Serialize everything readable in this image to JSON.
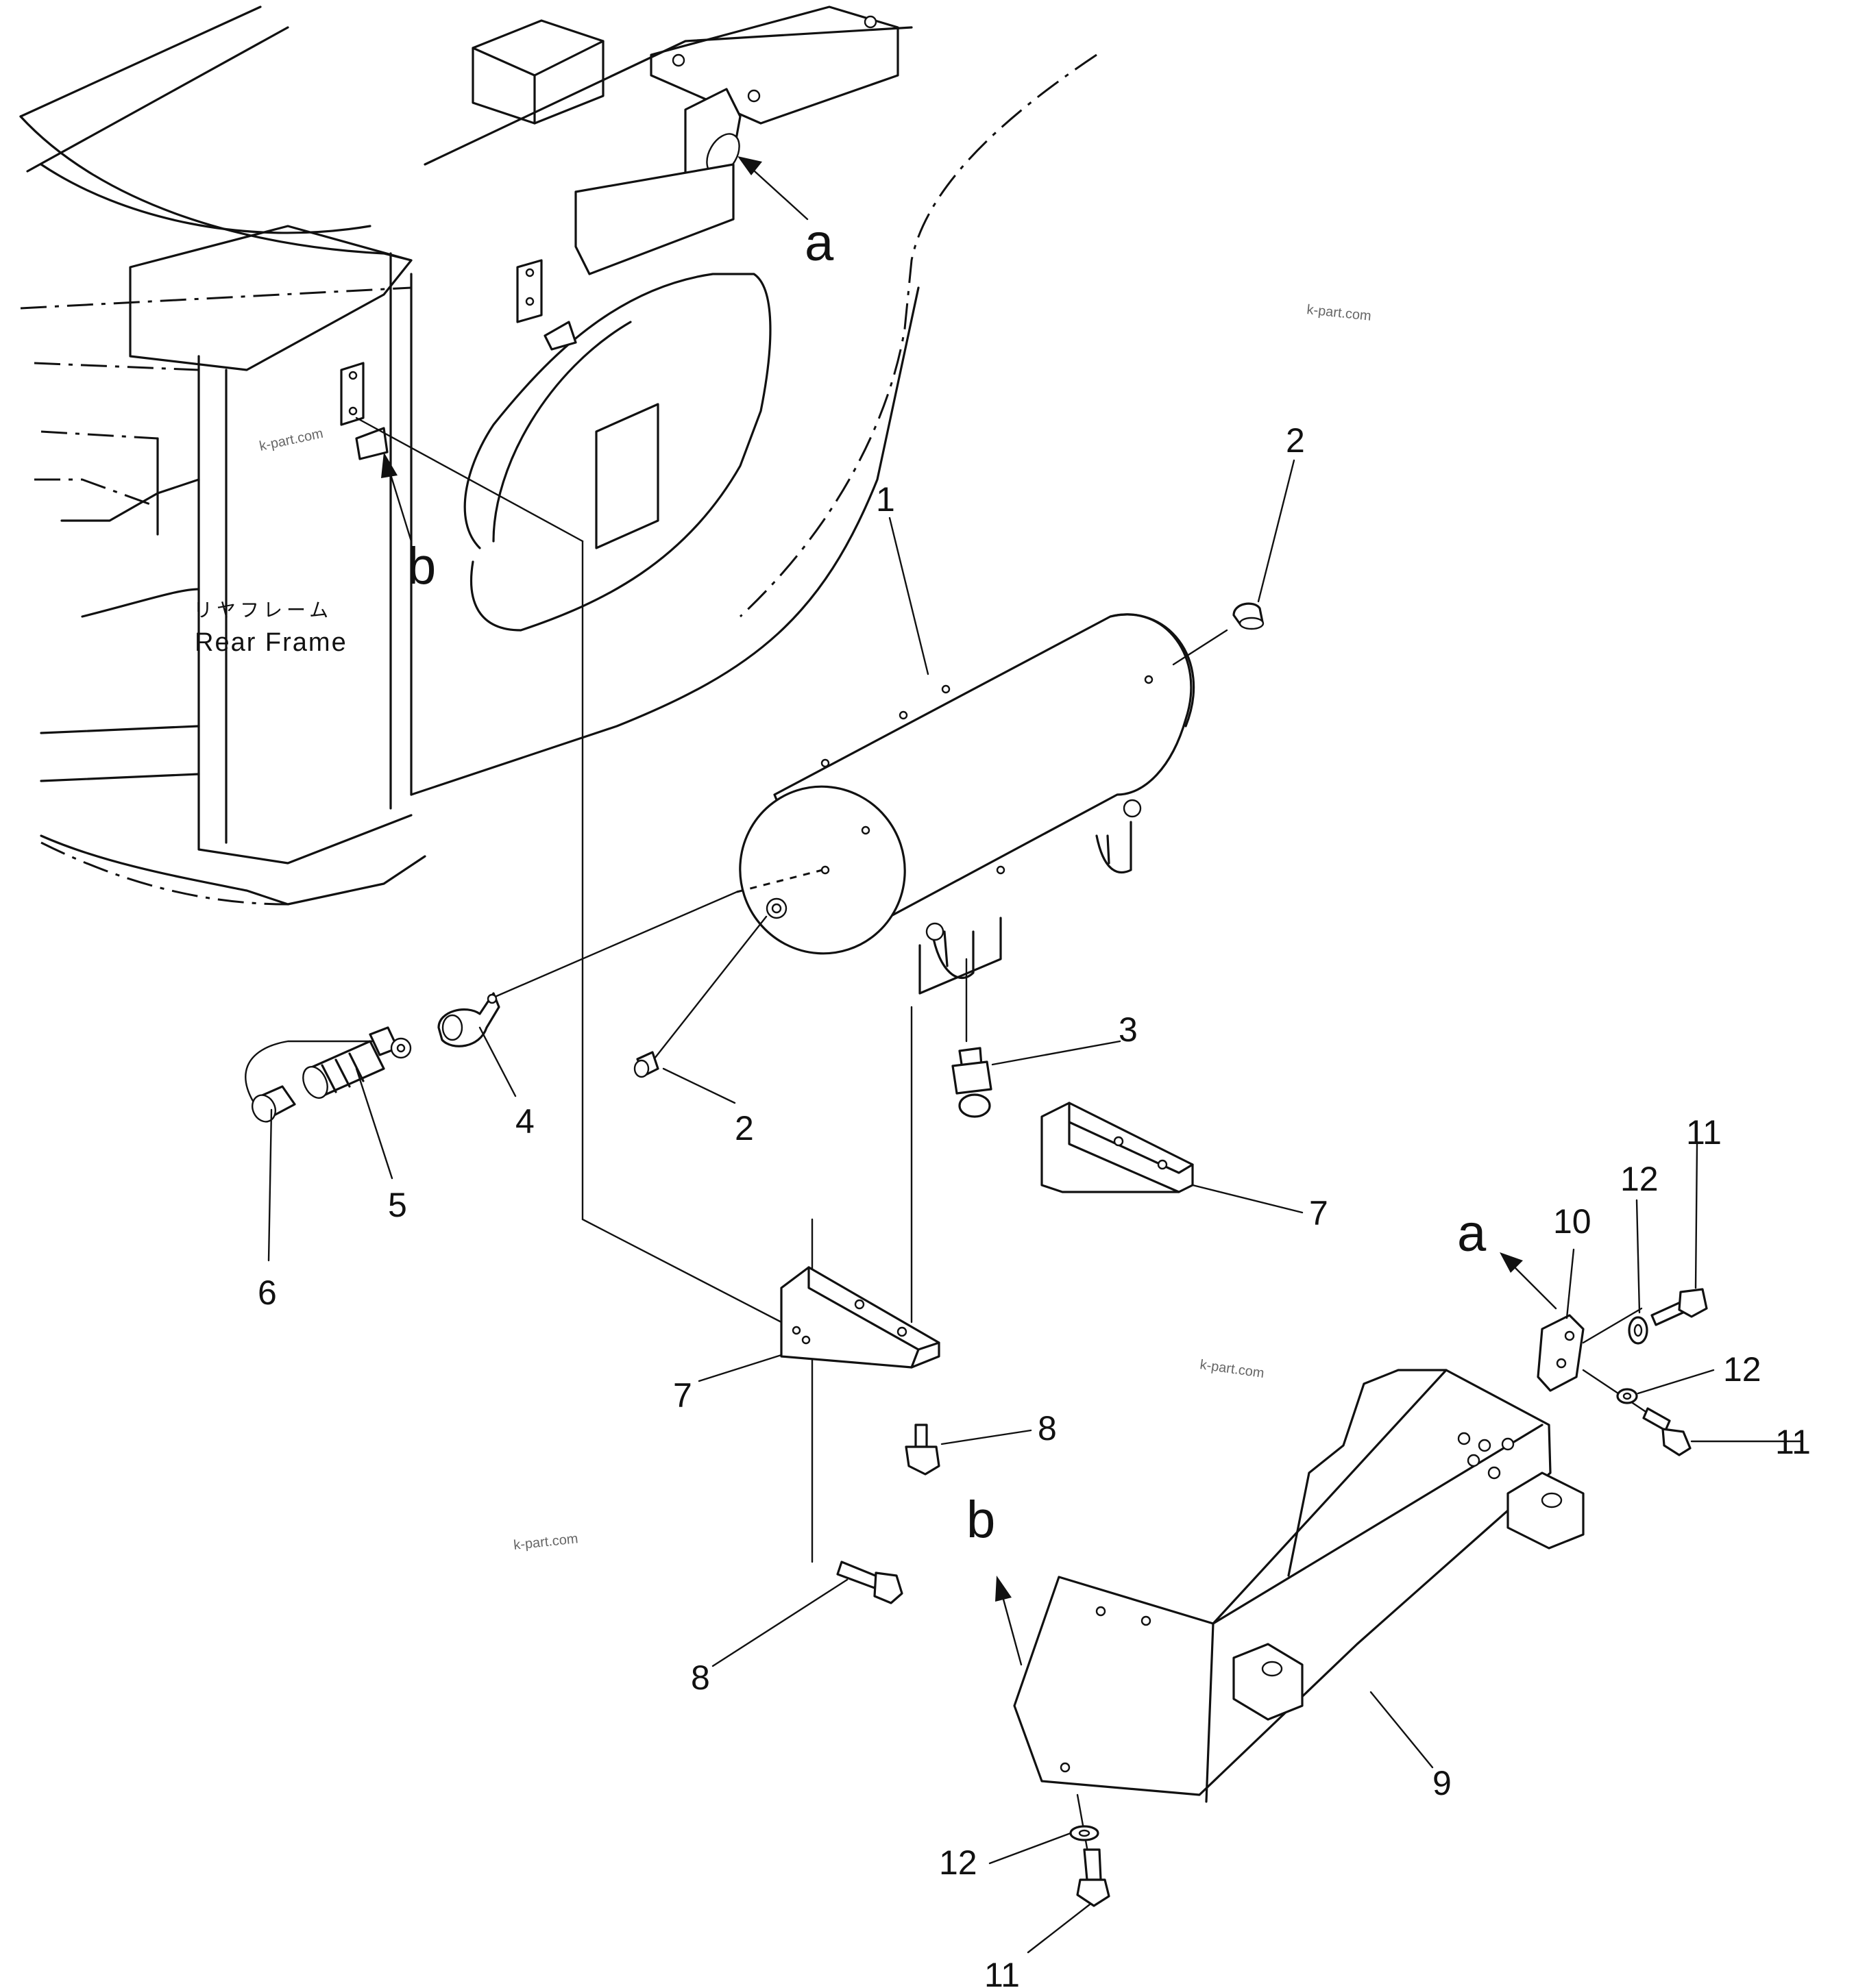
{
  "frame_label": {
    "jp": "リヤフレーム",
    "en": "Rear Frame"
  },
  "callouts": {
    "c1": "1",
    "c2a": "2",
    "c2b": "2",
    "c3": "3",
    "c4": "4",
    "c5": "5",
    "c6": "6",
    "c7a": "7",
    "c7b": "7",
    "c8a": "8",
    "c8b": "8",
    "c9": "9",
    "c10": "10",
    "c11a": "11",
    "c11b": "11",
    "c11c": "11",
    "c12a": "12",
    "c12b": "12",
    "c12c": "12"
  },
  "references": {
    "a_frame": "a",
    "a_bracket": "a",
    "b_frame": "b",
    "b_guard": "b"
  },
  "watermark": "k-part.com"
}
